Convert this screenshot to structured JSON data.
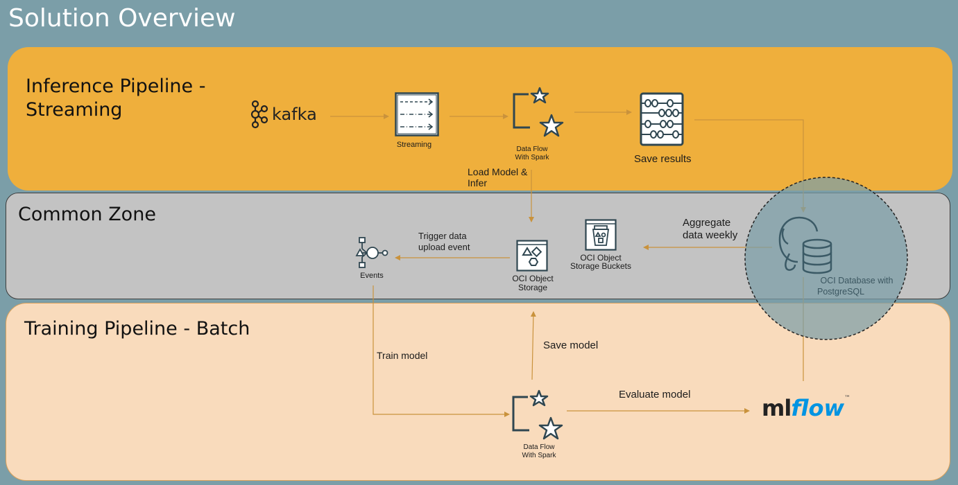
{
  "title": "Solution Overview",
  "zones": {
    "inference": "Inference Pipeline - Streaming",
    "common": "Common Zone",
    "training": "Training Pipeline - Batch"
  },
  "nodes": {
    "kafka": "kafka",
    "streaming": "Streaming",
    "dataflow_top_line1": "Data Flow",
    "dataflow_top_line2": "With Spark",
    "save_results": "Save results",
    "events": "Events",
    "oci_storage_line1": "OCI Object",
    "oci_storage_line2": "Storage",
    "oci_buckets_line1": "OCI Object",
    "oci_buckets_line2": "Storage Buckets",
    "oci_db_line1": "OCI Database with",
    "oci_db_line2": "PostgreSQL",
    "dataflow_bottom_line1": "Data Flow",
    "dataflow_bottom_line2": "With Spark",
    "mlflow_ml": "ml",
    "mlflow_flow": "flow",
    "mlflow_tm": "™"
  },
  "edges": {
    "load_model_line1": "Load Model &",
    "load_model_line2": "Infer",
    "trigger_line1": "Trigger data",
    "trigger_line2": "upload event",
    "aggregate_line1": "Aggregate",
    "aggregate_line2": "data weekly",
    "train_model": "Train model",
    "save_model": "Save model",
    "evaluate_model": "Evaluate model"
  },
  "colors": {
    "inference_zone": "#efaf3c",
    "common_zone": "#c3c3c3",
    "training_zone": "#f9dbbc",
    "background": "#7b9ea8",
    "arrow": "#c9923c",
    "icon_stroke": "#2f4650",
    "mlflow_blue": "#0194e2"
  }
}
